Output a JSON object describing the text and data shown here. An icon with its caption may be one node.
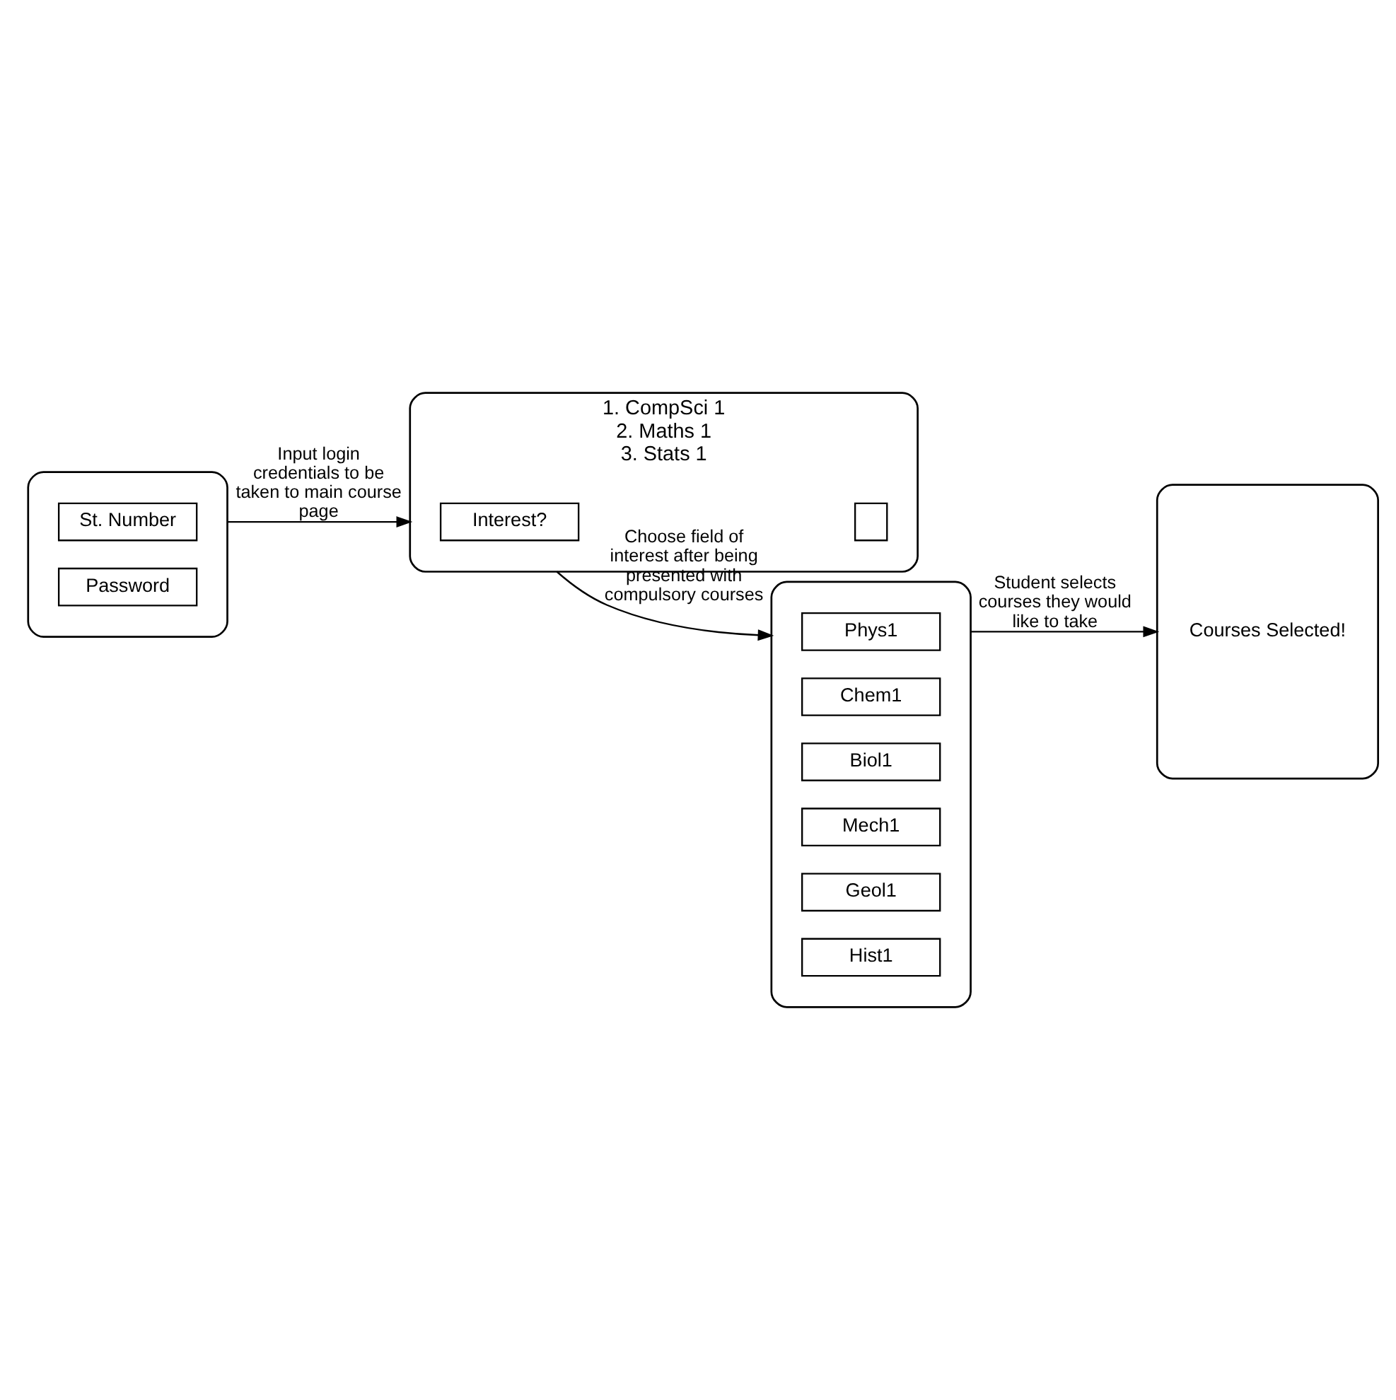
{
  "diagram": {
    "nodes": [
      {
        "text": [],
        "shape": "box"
      },
      {
        "text": [
          "St. Number"
        ],
        "in": 0
      },
      {
        "text": [
          "Password"
        ],
        "in": 0
      },
      {
        "text": [
          "1. CompSci 1",
          "2. Maths 1",
          "3. Stats 1"
        ]
      },
      {
        "text": [
          "Interest?"
        ],
        "in": 3
      },
      {
        "text": [],
        "shape": "box",
        "in": 3
      },
      {
        "text": [],
        "shape": "box"
      },
      {
        "text": [
          "Phys1"
        ],
        "in": 6
      },
      {
        "text": [
          "Chem1"
        ],
        "in": 6
      },
      {
        "text": [
          "Biol1"
        ],
        "in": 6
      },
      {
        "text": [
          "Mech1"
        ],
        "in": 6
      },
      {
        "text": [
          "Geol1"
        ],
        "in": 6
      },
      {
        "text": [
          "Hist1"
        ],
        "in": 6
      },
      {
        "text": [
          "Courses Selected!"
        ]
      }
    ],
    "edges": [
      {
        "from": 0,
        "to": 3,
        "arrow": "to",
        "label": "Input login credentials to be taken to main course page"
      },
      {
        "from": 3,
        "to": 6,
        "arrow": "to",
        "label": "Choose field of interest after being presented with compulsory courses"
      },
      {
        "from": 6,
        "to": 13,
        "arrow": "to",
        "label": "Student selects courses they would like to take"
      }
    ]
  }
}
